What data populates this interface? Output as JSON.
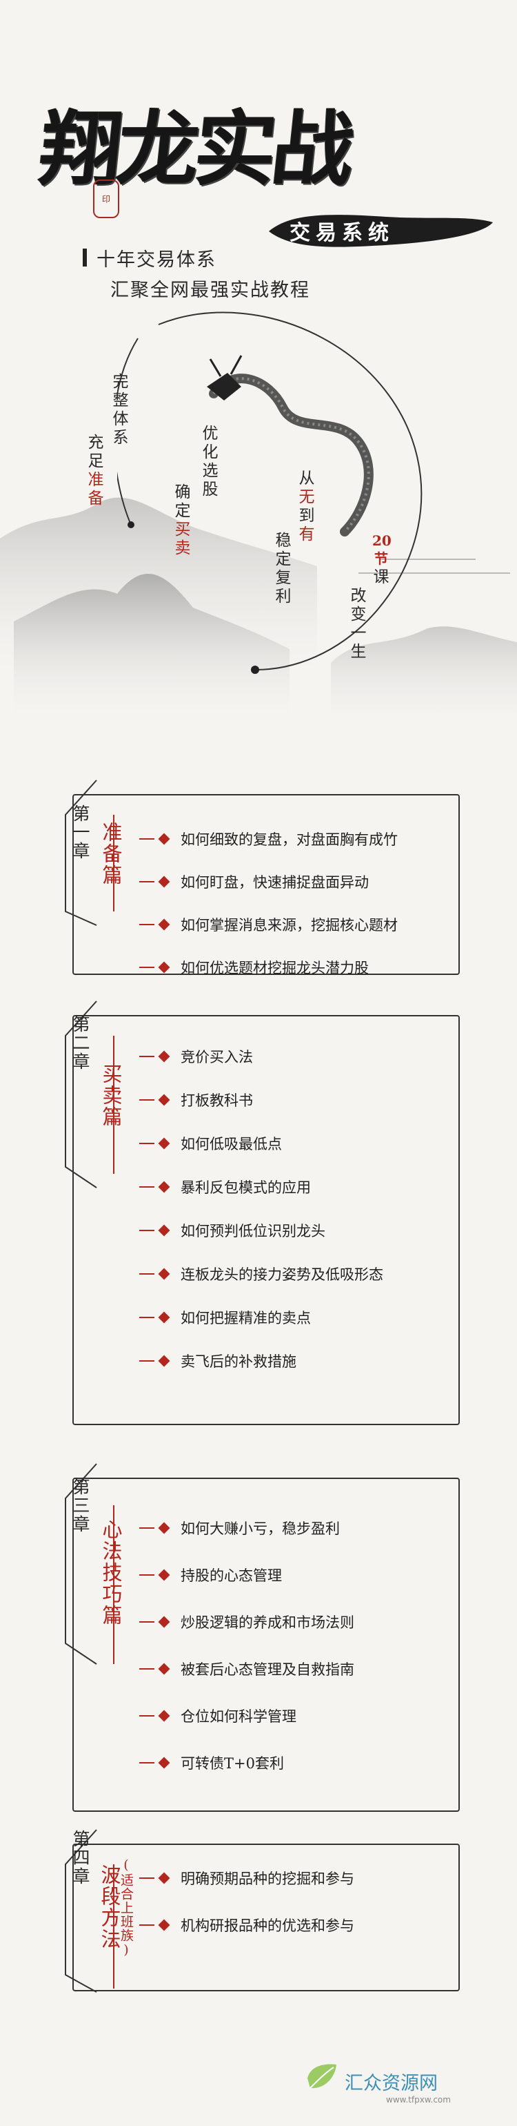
{
  "hero": {
    "title": "翔龙实战",
    "seal": "印",
    "subtitle": "交易系统",
    "tagline1": "十年交易体系",
    "tagline2": "汇聚全网最强实战教程"
  },
  "mottos": {
    "col1_a": "完整体系",
    "col1_b_plain": "充足",
    "col1_b_red": "准备",
    "col2_a": "优化选股",
    "col2_b_plain": "确定",
    "col2_b_red": "买卖",
    "col3_a1": "从",
    "col3_a_red1": "无",
    "col3_a2": "到",
    "col3_a_red2": "有",
    "col3_b": "稳定复利",
    "col4_a_red": "20节",
    "col4_a_plain": "课",
    "col4_b": "改变一生"
  },
  "chapters": [
    {
      "label": "第一章",
      "sub": "准备篇",
      "items": [
        "如何细致的复盘，对盘面胸有成竹",
        "如何盯盘，快速捕捉盘面异动",
        "如何掌握消息来源，挖掘核心题材",
        "如何优选题材挖掘龙头潜力股"
      ]
    },
    {
      "label": "第二章",
      "sub": "买卖篇",
      "items": [
        "竞价买入法",
        "打板教科书",
        "如何低吸最低点",
        "暴利反包模式的应用",
        "如何预判低位识别龙头",
        "连板龙头的接力姿势及低吸形态",
        "如何把握精准的卖点",
        "卖飞后的补救措施"
      ]
    },
    {
      "label": "第三章",
      "sub": "心法技巧篇",
      "items": [
        "如何大赚小亏，稳步盈利",
        "持股的心态管理",
        "炒股逻辑的养成和市场法则",
        "被套后心态管理及自救指南",
        "仓位如何科学管理",
        "可转债T+0套利"
      ]
    },
    {
      "label": "第四章",
      "sub": "波段方法",
      "note": "(适合上班族)",
      "items": [
        "明确预期品种的挖掘和参与",
        "机构研报品种的优选和参与"
      ]
    }
  ],
  "watermark": {
    "text": "汇众资源网",
    "url": "www.tfpxw.com"
  }
}
